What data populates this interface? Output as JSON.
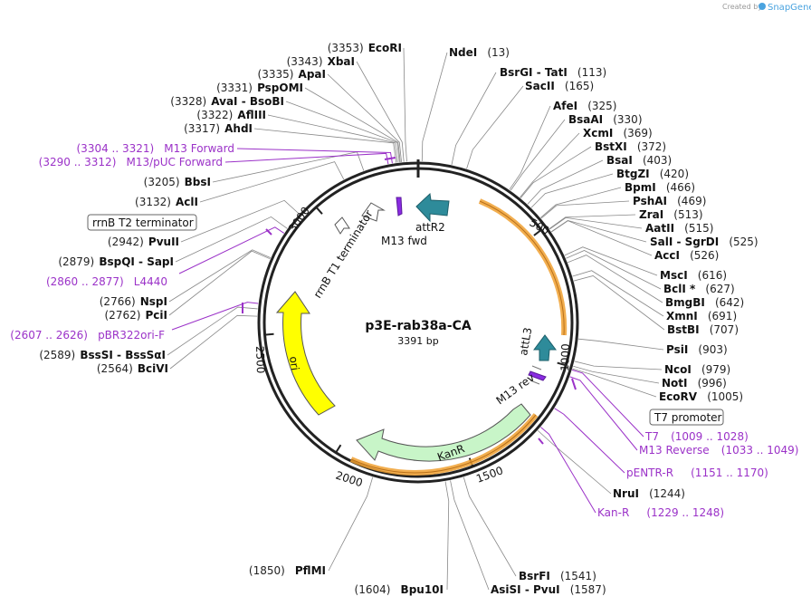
{
  "branding": {
    "prefix": "Created by",
    "name": "SnapGene"
  },
  "plasmid": {
    "name": "p3E-rab38a-CA",
    "size_label": "3391 bp",
    "length": 3391
  },
  "ticks": [
    "500",
    "1000",
    "1500",
    "2000",
    "2500",
    "3000"
  ],
  "enzymes": [
    {
      "name": "EcoRI",
      "pos": "(3353)"
    },
    {
      "name": "XbaI",
      "pos": "(3343)"
    },
    {
      "name": "ApaI",
      "pos": "(3335)"
    },
    {
      "name": "PspOMI",
      "pos": "(3331)"
    },
    {
      "name": "AvaI  - BsoBI",
      "pos": "(3328)"
    },
    {
      "name": "AflIII",
      "pos": "(3322)"
    },
    {
      "name": "AhdI",
      "pos": "(3317)"
    },
    {
      "name": "BbsI",
      "pos": "(3205)"
    },
    {
      "name": "AclI",
      "pos": "(3132)"
    },
    {
      "name": "PvuII",
      "pos": "(2942)"
    },
    {
      "name": "BspQI  - SapI",
      "pos": "(2879)"
    },
    {
      "name": "NspI",
      "pos": "(2766)"
    },
    {
      "name": "PciI",
      "pos": "(2762)"
    },
    {
      "name": "BssSI  - BssSαI",
      "pos": "(2589)"
    },
    {
      "name": "BciVI",
      "pos": "(2564)"
    },
    {
      "name": "NdeI",
      "pos": "(13)"
    },
    {
      "name": "BsrGI  - TatI",
      "pos": "(113)"
    },
    {
      "name": "SacII",
      "pos": "(165)"
    },
    {
      "name": "AfeI",
      "pos": "(325)"
    },
    {
      "name": "BsaAI",
      "pos": "(330)"
    },
    {
      "name": "XcmI",
      "pos": "(369)"
    },
    {
      "name": "BstXI",
      "pos": "(372)"
    },
    {
      "name": "BsaI",
      "pos": "(403)"
    },
    {
      "name": "BtgZI",
      "pos": "(420)"
    },
    {
      "name": "BpmI",
      "pos": "(466)"
    },
    {
      "name": "PshAI",
      "pos": "(469)"
    },
    {
      "name": "ZraI",
      "pos": "(513)"
    },
    {
      "name": "AatII",
      "pos": "(515)"
    },
    {
      "name": "SalI  - SgrDI",
      "pos": "(525)"
    },
    {
      "name": "AccI",
      "pos": "(526)"
    },
    {
      "name": "MscI",
      "pos": "(616)"
    },
    {
      "name": "BclI *",
      "pos": "(627)"
    },
    {
      "name": "BmgBI",
      "pos": "(642)"
    },
    {
      "name": "XmnI",
      "pos": "(691)"
    },
    {
      "name": "BstBI",
      "pos": "(707)"
    },
    {
      "name": "PsiI",
      "pos": "(903)"
    },
    {
      "name": "NcoI",
      "pos": "(979)"
    },
    {
      "name": "NotI",
      "pos": "(996)"
    },
    {
      "name": "EcoRV",
      "pos": "(1005)"
    },
    {
      "name": "NruI",
      "pos": "(1244)"
    },
    {
      "name": "BsrFI",
      "pos": "(1541)"
    },
    {
      "name": "AsiSI  - PvuI",
      "pos": "(1587)"
    },
    {
      "name": "Bpu10I",
      "pos": "(1604)"
    },
    {
      "name": "PflMI",
      "pos": "(1850)"
    }
  ],
  "primers": [
    {
      "name": "M13 Forward",
      "pos": "(3304 .. 3321)"
    },
    {
      "name": "M13/pUC Forward",
      "pos": "(3290 .. 3312)"
    },
    {
      "name": "L4440",
      "pos": "(2860 .. 2877)"
    },
    {
      "name": "pBR322ori-F",
      "pos": "(2607 .. 2626)"
    },
    {
      "name": "T7",
      "pos": "(1009 .. 1028)"
    },
    {
      "name": "M13 Reverse",
      "pos": "(1033 .. 1049)"
    },
    {
      "name": "pENTR-R",
      "pos": "(1151 .. 1170)"
    },
    {
      "name": "Kan-R",
      "pos": "(1229 .. 1248)"
    }
  ],
  "boxed_features": [
    "rrnB T2 terminator",
    "T7 promoter"
  ],
  "features": [
    {
      "name": "attR2",
      "color": "#2e8b9a"
    },
    {
      "name": "M13 fwd",
      "color": "#8a2be2"
    },
    {
      "name": "rrnB T1 terminator",
      "color": "#ffffff"
    },
    {
      "name": "attL3",
      "color": "#2e8b9a"
    },
    {
      "name": "M13 rev",
      "color": "#8a2be2"
    },
    {
      "name": "KanR",
      "color": "#c8f5c8"
    },
    {
      "name": "ori",
      "color": "#ffff00"
    }
  ],
  "colors": {
    "primer": "#9b32c8",
    "orf": "#f0a030",
    "kan": "#c8f5c8",
    "ori": "#ffff00",
    "att": "#2e8b9a"
  }
}
